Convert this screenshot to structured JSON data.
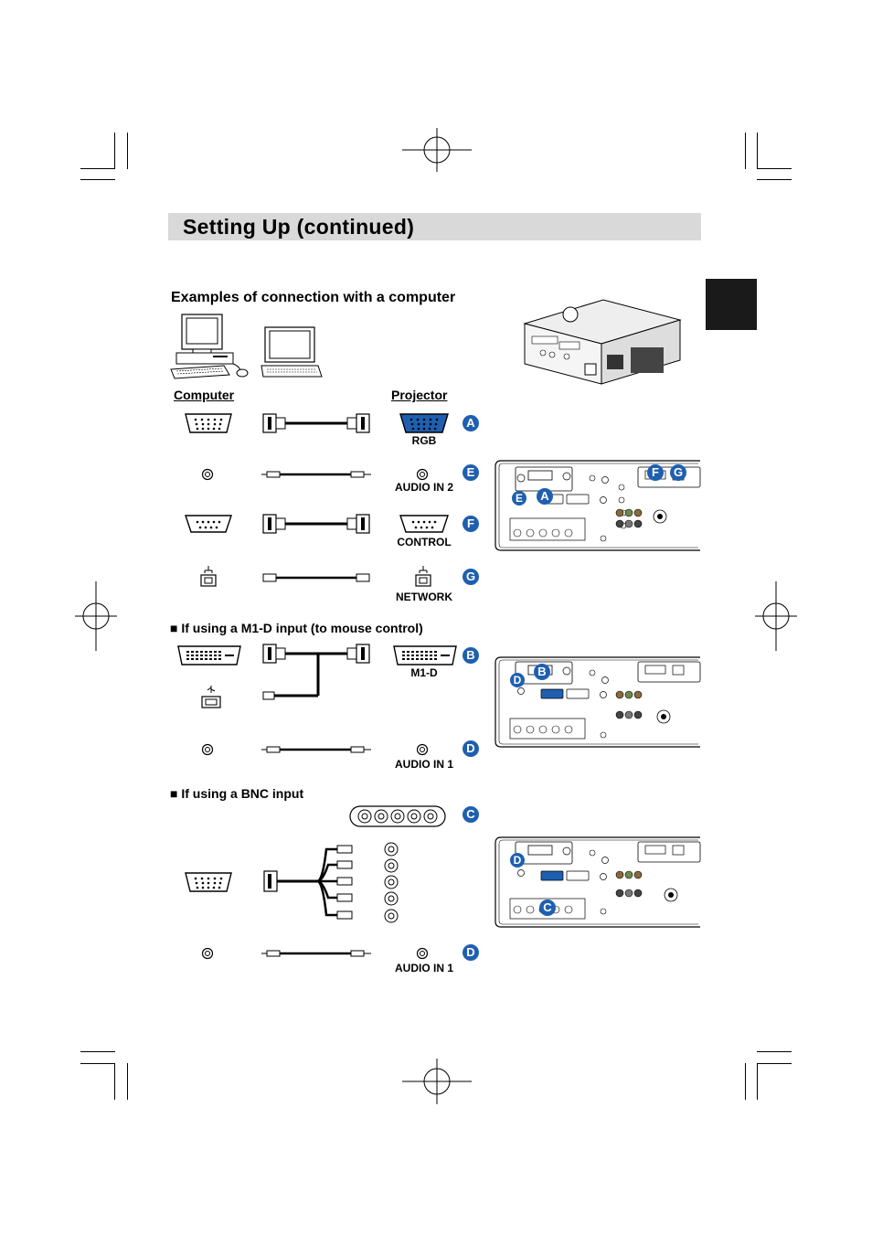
{
  "page": {
    "title": "Setting Up (continued)",
    "section_heading": "Examples of connection with a computer"
  },
  "columns": {
    "computer": "Computer",
    "projector": "Projector"
  },
  "ports": {
    "rgb": "RGB",
    "audio_in_2": "AUDIO IN 2",
    "control": "CONTROL",
    "network": "NETWORK",
    "m1d": "M1-D",
    "audio_in_1a": "AUDIO IN 1",
    "audio_in_1b": "AUDIO IN 1"
  },
  "subsections": {
    "m1d": "If using a M1-D input (to mouse control)",
    "bnc": "If using a BNC input"
  },
  "bullet": "■",
  "badges": {
    "a": "A",
    "e": "E",
    "f": "F",
    "g": "G",
    "b": "B",
    "d1": "D",
    "c": "C",
    "d2": "D",
    "panel1_e": "E",
    "panel1_a": "A",
    "panel1_f": "F",
    "panel1_g": "G",
    "panel2_d": "D",
    "panel2_b": "B",
    "panel3_d": "D",
    "panel3_c": "C"
  },
  "colors": {
    "badge": "#1f5fb0",
    "rgb_port_fill": "#1f5fb0",
    "banner": "#d9d9d9",
    "side_tab": "#1a1a1a"
  }
}
